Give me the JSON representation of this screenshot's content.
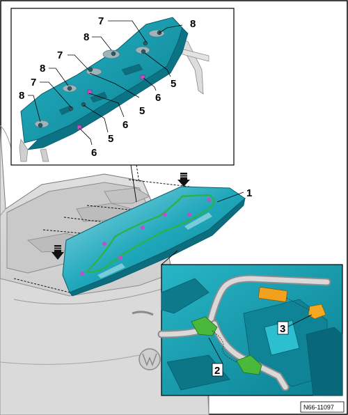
{
  "figure_id": "N66-11097",
  "detail_top_labels": {
    "l8a": "8",
    "l7a": "7",
    "l8b": "8",
    "l7b": "7",
    "l8c": "8",
    "l7c": "7",
    "l8d": "8",
    "l5a": "5",
    "l6a": "6",
    "l5b": "5",
    "l6b": "6",
    "l5c": "5",
    "l6c": "6"
  },
  "main_labels": {
    "l1": "1"
  },
  "detail_bottom_labels": {
    "l3": "3",
    "l2": "2"
  },
  "colors": {
    "spoiler": "#1b9fb4",
    "spoiler_light": "#7fd3df",
    "harness": "#27a84a",
    "connector_orange": "#f0a21e",
    "connector_green": "#4ab83a",
    "clip_magenta": "#c34fc4",
    "car_gray": "#d4d4d4",
    "detail_bg": "#17a3b4"
  }
}
